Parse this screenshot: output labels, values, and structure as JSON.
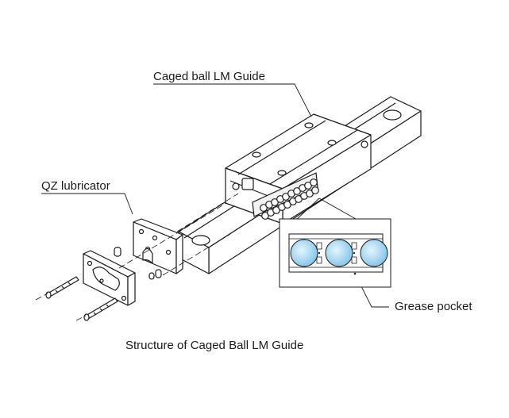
{
  "labels": {
    "caged_ball_lm_guide": "Caged ball LM Guide",
    "qz_lubricator": "QZ lubricator",
    "grease_pocket": "Grease pocket"
  },
  "caption": "Structure of Caged Ball LM Guide",
  "colors": {
    "line": "#1a1a1a",
    "ball_fill": "#a9d8f1",
    "ball_highlight": "#d8f0fb",
    "background": "#ffffff"
  }
}
